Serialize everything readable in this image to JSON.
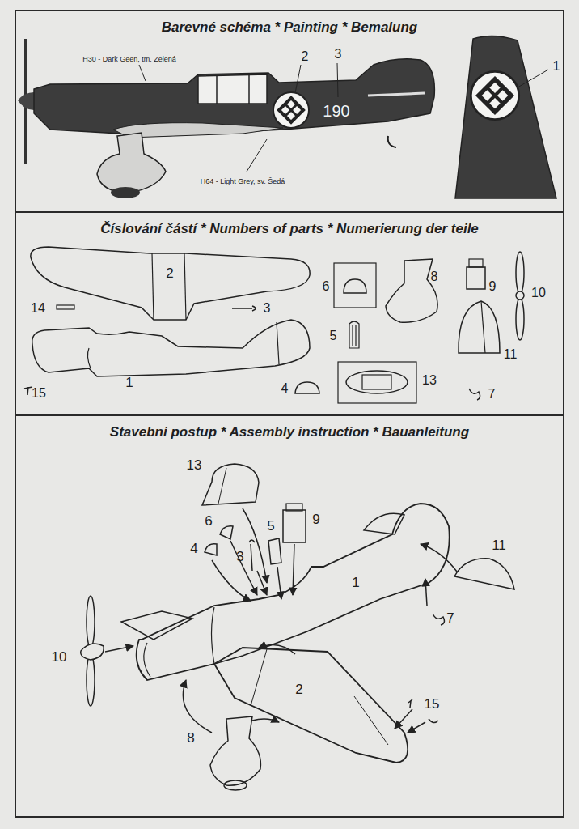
{
  "diagram": {
    "nodes": [
      {
        "text": [
          "Barevné schéma * Painting * Bemalung"
        ]
      },
      {
        "text": [
          "Číslování částí * Numbers of parts * Numerierung der teile"
        ]
      },
      {
        "text": [
          "Stavební postup * Assembly instruction * Bauanleitung"
        ]
      }
    ],
    "labels": [
      "H30 - Dark Geen, tm. Zelená",
      "2",
      "3",
      "190",
      "1",
      "H64 - Light Grey, sv. Šedá",
      "2",
      "14",
      "3",
      "1",
      "15",
      "6",
      "5",
      "8",
      "4",
      "13",
      "9",
      "10",
      "11",
      "7",
      "13",
      "6",
      "4",
      "3",
      "5",
      "9",
      "1",
      "11",
      "7",
      "10",
      "2",
      "8",
      "15"
    ]
  }
}
